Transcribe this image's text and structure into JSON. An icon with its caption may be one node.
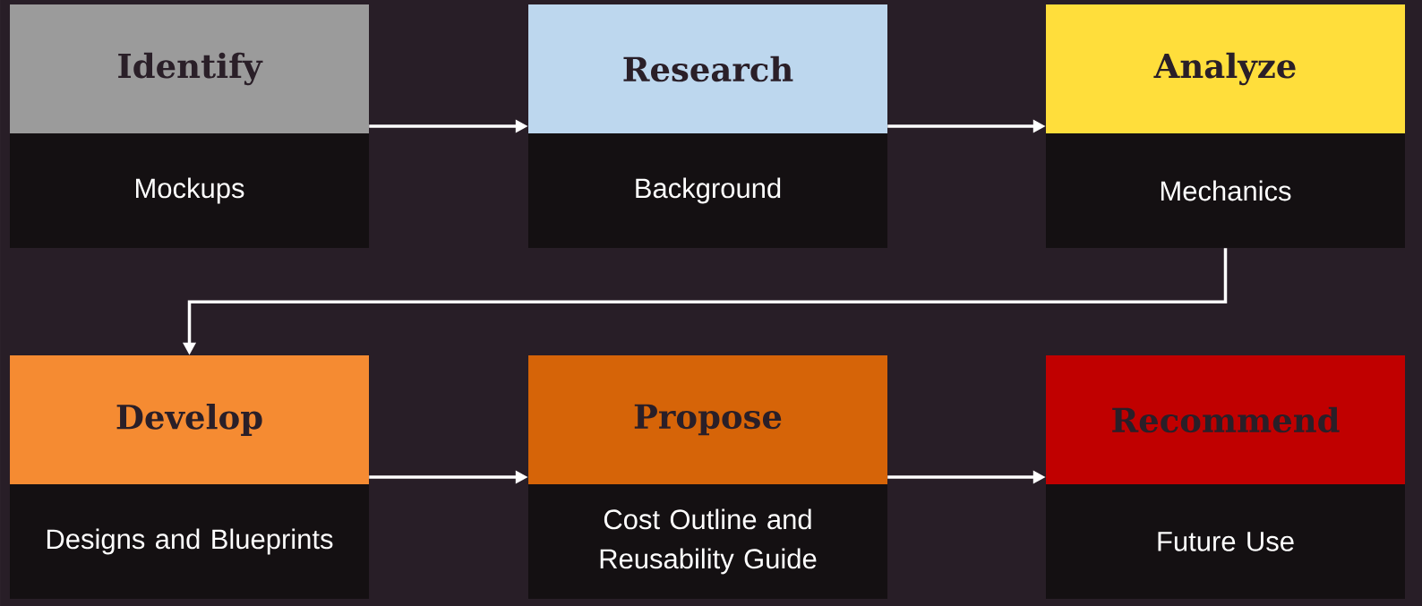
{
  "diagram": {
    "nodes": [
      {
        "text": [
          "Identify",
          "Mockups"
        ]
      },
      {
        "text": [
          "Research",
          "Background"
        ]
      },
      {
        "text": [
          "Analyze",
          "Mechanics"
        ]
      },
      {
        "text": [
          "Develop",
          "Designs and Blueprints"
        ]
      },
      {
        "text": [
          "Propose",
          "Cost Outline and Reusability Guide"
        ]
      },
      {
        "text": [
          "Recommend",
          "Future Use"
        ]
      }
    ],
    "edges": [
      {
        "from": 0,
        "to": 1,
        "arrow": "to"
      },
      {
        "from": 1,
        "to": 2,
        "arrow": "to"
      },
      {
        "from": 2,
        "to": 3,
        "arrow": "to"
      },
      {
        "from": 3,
        "to": 4,
        "arrow": "to"
      },
      {
        "from": 4,
        "to": 5,
        "arrow": "to"
      }
    ]
  }
}
